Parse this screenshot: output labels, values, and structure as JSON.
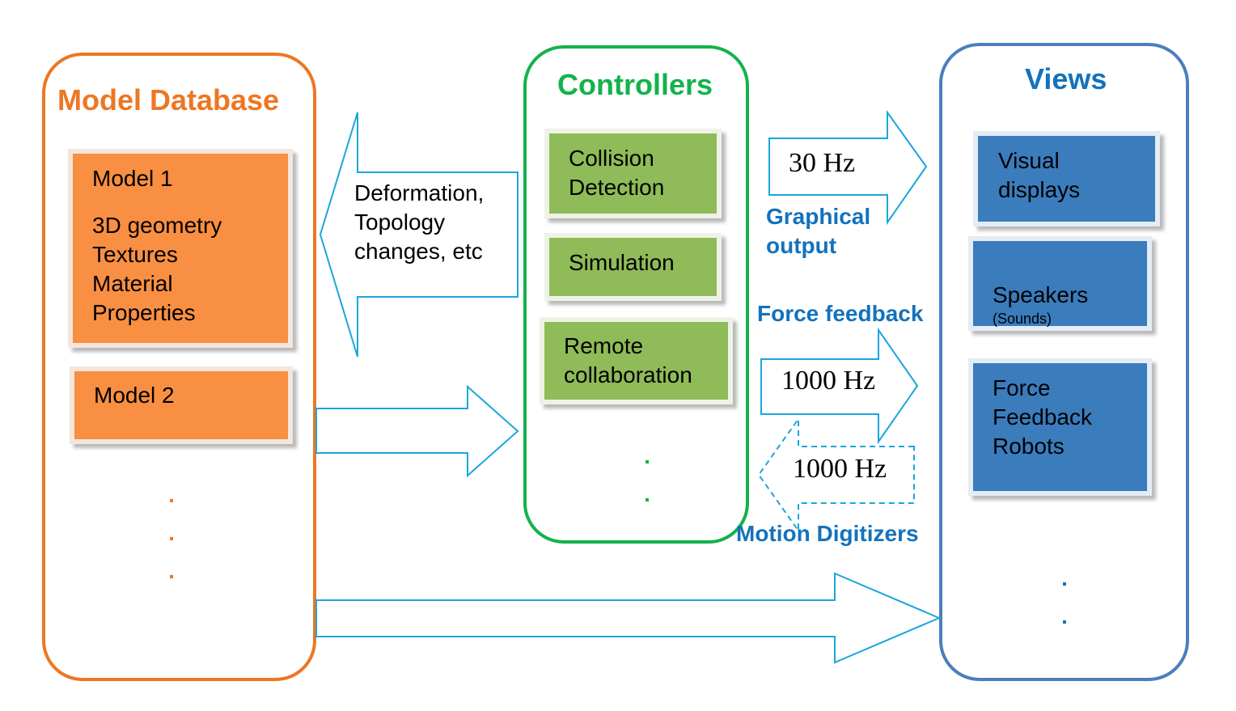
{
  "model_database": {
    "title": "Model Database",
    "model1": {
      "title": "Model 1",
      "details": "3D geometry\nTextures\nMaterial\nProperties"
    },
    "model2": {
      "title": "Model 2"
    },
    "ellipsis": ".\n.\n."
  },
  "controllers": {
    "title": "Controllers",
    "collision_detection": "Collision\nDetection",
    "simulation": "Simulation",
    "remote_collaboration": "Remote\ncollaboration",
    "ellipsis": ".\n."
  },
  "views": {
    "title": "Views",
    "visual_displays": "Visual\ndisplays",
    "speakers": "Speakers",
    "speakers_sub": "(Sounds)",
    "force_feedback_robots": "Force\nFeedback\nRobots",
    "ellipsis": ".\n."
  },
  "arrows": {
    "deformation_label": "Deformation,\nTopology\nchanges, etc",
    "graphical_freq": "30 Hz",
    "graphical_label": "Graphical\noutput",
    "force_feedback_label": "Force feedback",
    "force_freq": "1000 Hz",
    "motion_freq": "1000 Hz",
    "motion_label": "Motion Digitizers"
  },
  "colors": {
    "orange": "#ee7623",
    "orange_fill": "#f98f43",
    "green": "#14b24b",
    "green_fill": "#8fbb59",
    "blue_panel": "#4a7fbe",
    "blue_fill": "#3b7bbd",
    "blue_text": "#1372bd",
    "arrow": "#1aa6dc"
  }
}
